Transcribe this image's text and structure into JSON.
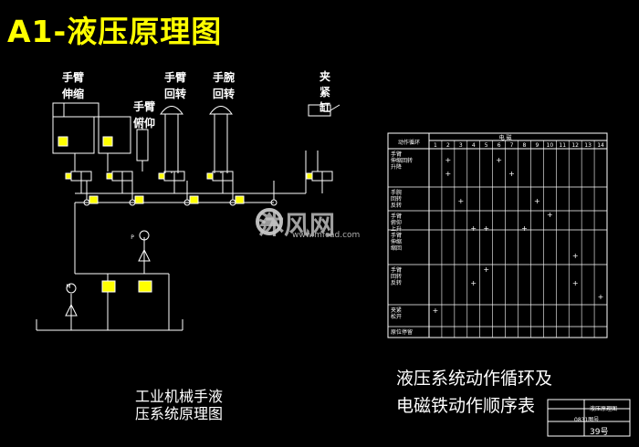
{
  "title": "A1-液压原理图",
  "actuators": {
    "arm_extend": "手臂\n伸缩",
    "arm_pitch": "手臂\n俯仰",
    "arm_rotate": "手臂\n回转",
    "wrist_rotate": "手腕\n回转",
    "clamp": "夹\n紧\n缸"
  },
  "caption_left": [
    "工业机械手液",
    "压系统原理图"
  ],
  "caption_right": [
    "液压系统动作循环及",
    "电磁铁动作顺序表"
  ],
  "table": {
    "corner_header": "动作循环",
    "group_header": "电  磁",
    "columns": [
      "1",
      "2",
      "3",
      "4",
      "5",
      "6",
      "7",
      "8",
      "9",
      "10",
      "11",
      "12",
      "13",
      "14"
    ],
    "rows": [
      "手臂\n伸缩回转\n升降",
      "手腕\n回转\n反转",
      "手臂\n俯仰\n上升",
      "手臂\n伸缩\n缩回",
      "手臂\n回转\n反转",
      "夹紧\n松开",
      "原位停留"
    ]
  },
  "title_block": {
    "name": "液压原理图",
    "code": "0831图号",
    "sheet": "39号"
  },
  "watermark": {
    "brand": "沐风网",
    "url": "www.mfcad.com"
  }
}
